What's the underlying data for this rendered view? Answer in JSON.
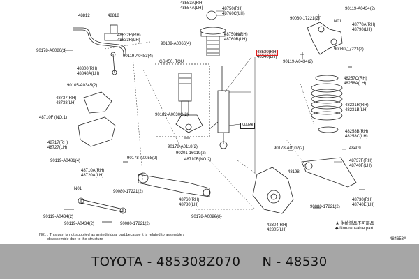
{
  "diagram": {
    "labels": {
      "p48812": "48812",
      "p48818": "48818",
      "p48553a": "48553A(RH)",
      "p48554a": "48554A(LH)",
      "p48750": "48750(RH)",
      "p48760c": "48760C(LH)",
      "p90080_17221_tr": "90080-17221(2)",
      "p90119_a0434_tr": "90119-A0434(2)",
      "p48832": "48832R(RH)",
      "p48833": "48833R(LH)",
      "p90109": "90109-A0066(4)",
      "p48750h": "48750H(RH)",
      "p48760b": "48760B(LH)",
      "p48770a": "48770A(RH)",
      "p48790": "48790(LH)",
      "n01_tr": "N01",
      "p90178_a0080_tl": "90178-A0080(2)",
      "p90119_a0483_4": "90119-A0483(4)",
      "p48530": "48530(RH)",
      "p48540": "48540(LH)",
      "p90080_17221_mr": "90080-17221(2)",
      "p90119_a0434_mr": "90119-A0434(2)",
      "p48300": "48300(RH)",
      "p48840": "48840A(LH)",
      "gsx50_tou": "GSX50, TOU",
      "p90105_a0345": "90105-A0345(2)",
      "p48257c": "48257C(RH)",
      "p48258a": "48258A(LH)",
      "p48737": "48737(RH)",
      "p48738": "48738(LH)",
      "p48231r": "48231R(RH)",
      "p48231b": "48231B(LH)",
      "p48710f": "48710F",
      "no1": "(NO.1)",
      "p90182_a0030c": "90182-A0030C(2)",
      "mark": "MARK",
      "p48258b": "48258B(RH)",
      "p48258c": "48258C(LH)",
      "p48717": "48717(RH)",
      "p48727": "48727(LH)",
      "p90178_a0118": "90178-A0118(2)",
      "p90201_16019": "90201-16019(2)",
      "p48710f_no2": "48710F(NO.2)",
      "p90178_a0102": "90178-A0102(2)",
      "p48409": "48409",
      "p48737f": "48737F(RH)",
      "p48740f": "48740F(LH)",
      "p90119_a0481": "90119-A0481(4)",
      "p90178_a0058": "90178-A0058(2)",
      "p48198i": "48198I",
      "p48710a": "48710A(RH)",
      "p48720a": "48720A(LH)",
      "n01_ml": "N01",
      "p90080_17221_ml": "90080-17221(2)",
      "p48760": "48760(RH)",
      "p48780": "48780(LH)",
      "p90178_a0080_b": "90178-A0080(2)",
      "p48730": "48730(RH)",
      "p48740e": "48740E(LH)",
      "p90080_17221_br": "90080-17221(2)",
      "p90119_a0434_bl": "90119-A0434(2)",
      "p90119_a0434_bl2": "90119-A0434(2)",
      "p90080_17221_bm": "90080-17221(2)",
      "p42304": "42304(RH)",
      "p42305": "42305(LH)"
    },
    "note_line1": "N01 : This part is not supplied as an individual part,because it is related to assemble /",
    "note_line2": "disassemble due to the structure",
    "legend_item1": "★ 供給単品不可部品",
    "legend_item2": "◆ Non-reusable part",
    "figure_code": "484653A"
  },
  "footer": {
    "text": "TOYOTA - 485308Z070     N - 48530"
  }
}
